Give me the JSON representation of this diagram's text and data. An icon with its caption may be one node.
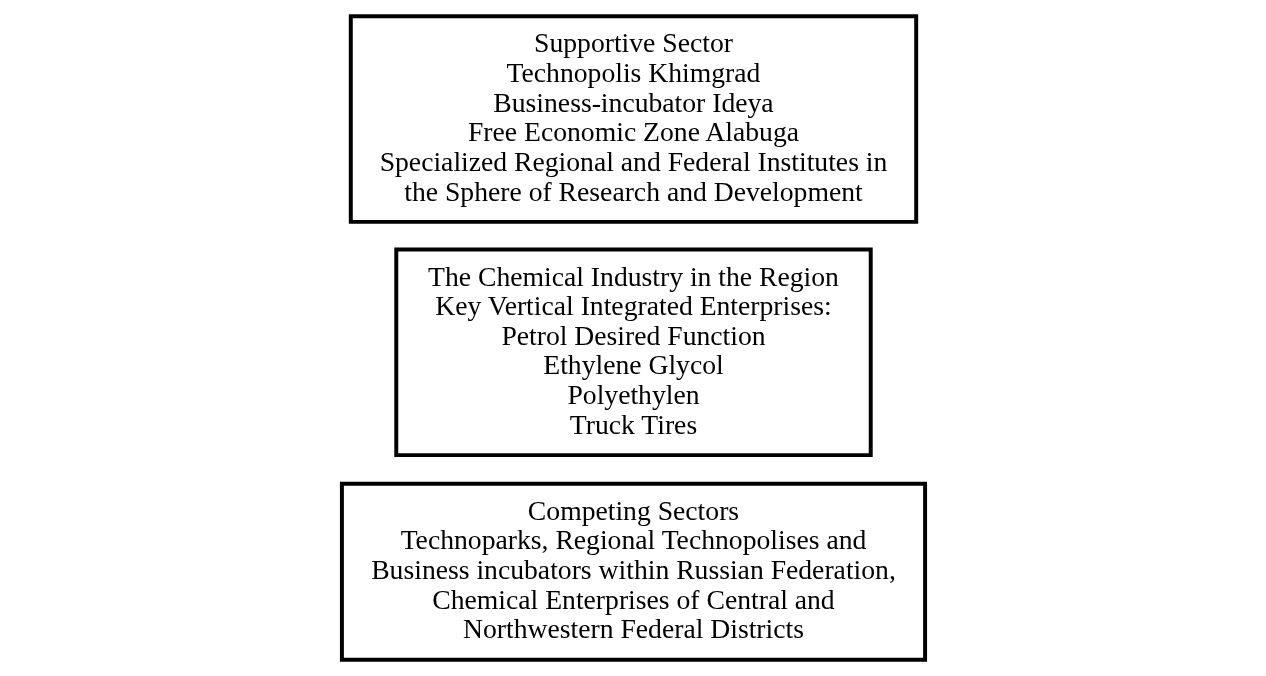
{
  "diagram": {
    "nodes": [
      {
        "text": [
          "Supportive Sector",
          "Technopolis Khimgrad",
          "Business-incubator Ideya",
          "Free Economic Zone Alabuga",
          "Specialized Regional and Federal Institutes in the Sphere of Research and Development"
        ]
      },
      {
        "text": [
          "The Chemical Industry in the Region",
          "Key Vertical Integrated Enterprises:",
          "Petrol Desired Function",
          "Ethylene Glycol",
          "Polyethylen",
          "Truck Tires"
        ]
      },
      {
        "text": [
          "Competing Sectors",
          "Technoparks, Regional Technopolises and Business incubators within Russian Federation, Chemical Enterprises of Central and Northwestern Federal Districts"
        ]
      }
    ]
  }
}
